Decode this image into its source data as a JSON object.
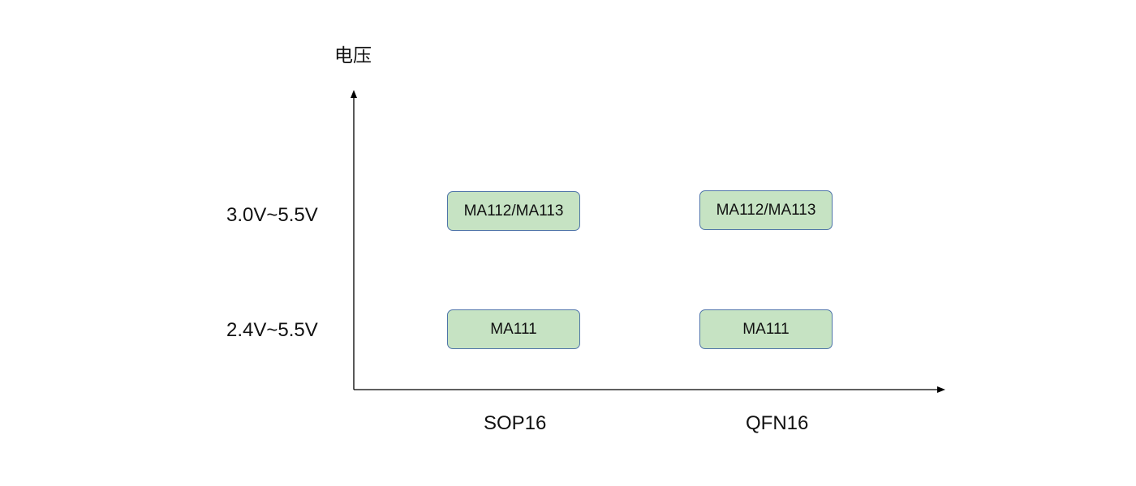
{
  "diagram": {
    "y_axis_title": "电压",
    "voltage_ranges": [
      "3.0V~5.5V",
      "2.4V~5.5V"
    ],
    "packages": [
      "SOP16",
      "QFN16"
    ],
    "cells": [
      [
        "MA112/MA113",
        "MA112/MA113"
      ],
      [
        "MA111",
        "MA111"
      ]
    ],
    "colors": {
      "box_fill": "#c6e3c3",
      "box_border": "#4e74a8",
      "axis": "#000000"
    }
  }
}
